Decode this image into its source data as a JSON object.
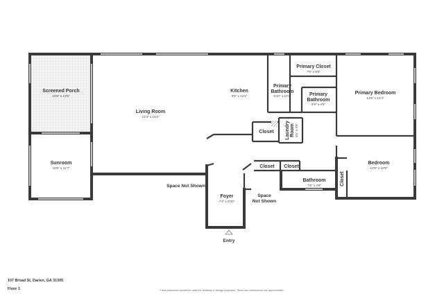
{
  "rooms": {
    "screened_porch": {
      "name": "Screened Porch",
      "dims": "10'8\" x 13'9\""
    },
    "living_room": {
      "name": "Living Room",
      "dims": "21'3\" x 21'2\""
    },
    "kitchen": {
      "name": "Kitchen",
      "dims": "9'6\" x 14'1\""
    },
    "primary_bathroom_1": {
      "name_line1": "Primary",
      "name_line2": "Bathroom",
      "dims": "5'10\" x 10'3\""
    },
    "primary_closet": {
      "name": "Primary Closet",
      "dims": "7'8\" x 5'6\""
    },
    "primary_bathroom_2": {
      "name_line1": "Primary",
      "name_line2": "Bathroom",
      "dims": "5'9\" x 4'5\""
    },
    "primary_bedroom": {
      "name": "Primary Bedroom",
      "dims": "13'6\" x 14'4\""
    },
    "closet_upper": {
      "name": "Closet"
    },
    "laundry_room": {
      "name_line1": "Laundry",
      "name_line2": "Room",
      "dims": "3'5\" x 4'9\""
    },
    "sunroom": {
      "name": "Sunroom",
      "dims": "10'6\" x 11'7\""
    },
    "closet_lower_left": {
      "name": "Closet"
    },
    "closet_lower_right": {
      "name": "Closet"
    },
    "bedroom": {
      "name": "Bedroom",
      "dims": "13'6\" x 10'8\""
    },
    "bathroom": {
      "name": "Bathroom",
      "dims": "7'8\" x 4'6\""
    },
    "closet_vertical": {
      "name": "Closet"
    },
    "foyer": {
      "name": "Foyer",
      "dims": "7'4\" x 9'10\""
    }
  },
  "notes": {
    "space_not_shown_left": "Space Not Shown",
    "space_not_shown_right_line1": "Space",
    "space_not_shown_right_line2": "Not Shown",
    "entry": "Entry"
  },
  "footer": {
    "address": "107 Broad St, Darien, GA 31305",
    "floor": "Floor 1",
    "disclaimer": "Floor plans/tour cannot be used for building or design purposes. Sizes and dimensions are approximate."
  },
  "colors": {
    "wall": "#3a3a3a",
    "window": "#c8c8c8",
    "porch_screen": "#ececec"
  }
}
